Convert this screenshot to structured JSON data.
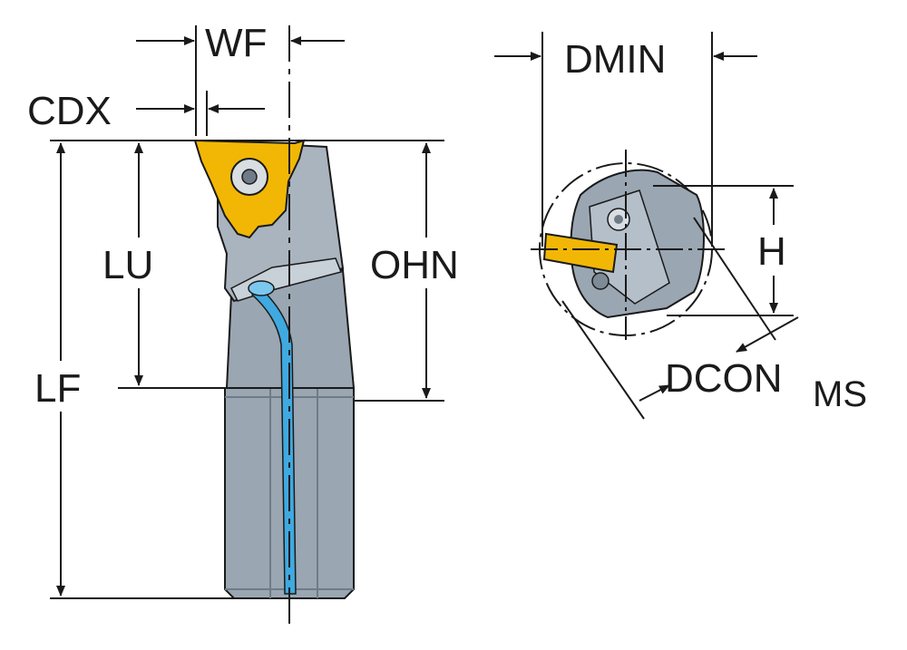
{
  "labels": {
    "wf": "WF",
    "cdx": "CDX",
    "lu": "LU",
    "lf": "LF",
    "ohn": "OHN",
    "dmin": "DMIN",
    "h": "H",
    "dcon": "DCON",
    "dcon_sub": "MS"
  },
  "colors": {
    "body": "#9aa6b2",
    "body_light": "#b4bfca",
    "body_dark": "#7e8a96",
    "insert": "#f2b705",
    "coolant": "#3fa9e0",
    "outline": "#1a1a1a"
  }
}
